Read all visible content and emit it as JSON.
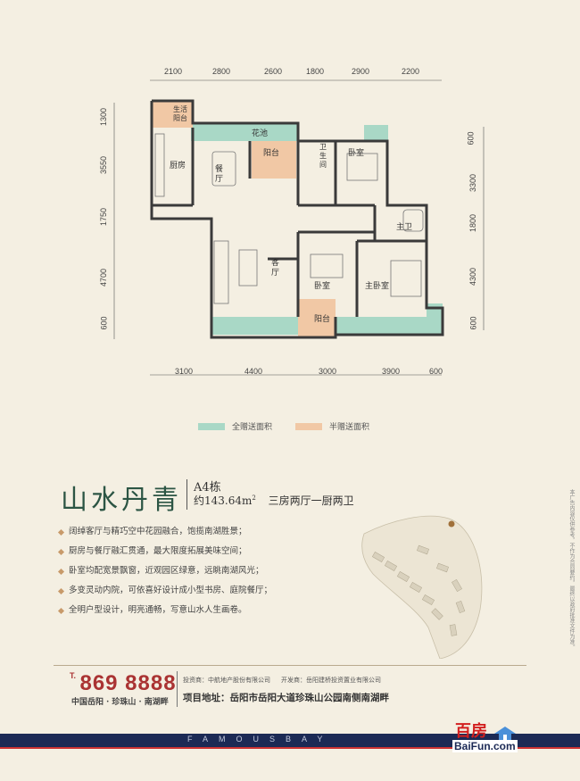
{
  "plan": {
    "top_dims": [
      "2100",
      "2800",
      "2600",
      "1800",
      "2900",
      "2200"
    ],
    "bottom_dims": [
      "3100",
      "4400",
      "3000",
      "3900",
      "600"
    ],
    "left_dims": [
      "1300",
      "3550",
      "1750",
      "4700",
      "600"
    ],
    "right_dims": [
      "600",
      "3300",
      "1800",
      "4300",
      "600"
    ],
    "rooms": {
      "life_balcony": "生活阳台",
      "kitchen": "厨房",
      "dining": "餐厅",
      "flower_pool": "花池",
      "balcony_top": "阳台",
      "bath1": "卫生间",
      "bedroom_top": "卧室",
      "master_bath": "主卫",
      "living": "客厅",
      "bedroom_mid": "卧室",
      "master_bedroom": "主卧室",
      "balcony_bottom": "阳台"
    }
  },
  "legend": {
    "full": "全赠送面积",
    "half": "半赠送面积",
    "full_color": "#a9d8c6",
    "half_color": "#f1c8a5"
  },
  "unit": {
    "name": "山水丹青",
    "building": "A4栋",
    "area_prefix": "约143.64m",
    "area_sup": "2",
    "layout": "三房两厅一厨两卫"
  },
  "features": [
    "阔绰客厅与精巧空中花园融合，饱揽南湖胜景；",
    "厨房与餐厅融汇贯通，最大限度拓展美味空间；",
    "卧室均配宽景飘窗，近观园区绿意，远眺南湖风光；",
    "多变灵动内院，可依喜好设计成小型书房、庭院餐厅；",
    "全明户型设计，明亮通畅，写意山水人生画卷。"
  ],
  "contact": {
    "tel_prefix": "T.",
    "tel": "869 8888",
    "tagline": "中国岳阳 · 珍珠山 · 南湖畔",
    "investor": "投资商：中航地产股份有限公司",
    "developer": "开发商：岳阳建桥投资置业有限公司",
    "address": "项目地址：岳阳市岳阳大道珍珠山公园南侧南湖畔"
  },
  "disclaimer": "本广告内容仅供参考，不作为合同要约，最终以政府批准文件为准。",
  "footer": {
    "band_text": "FAMOUSBAY",
    "logo_cn": "百房",
    "logo_en": "BaiFun.com"
  }
}
